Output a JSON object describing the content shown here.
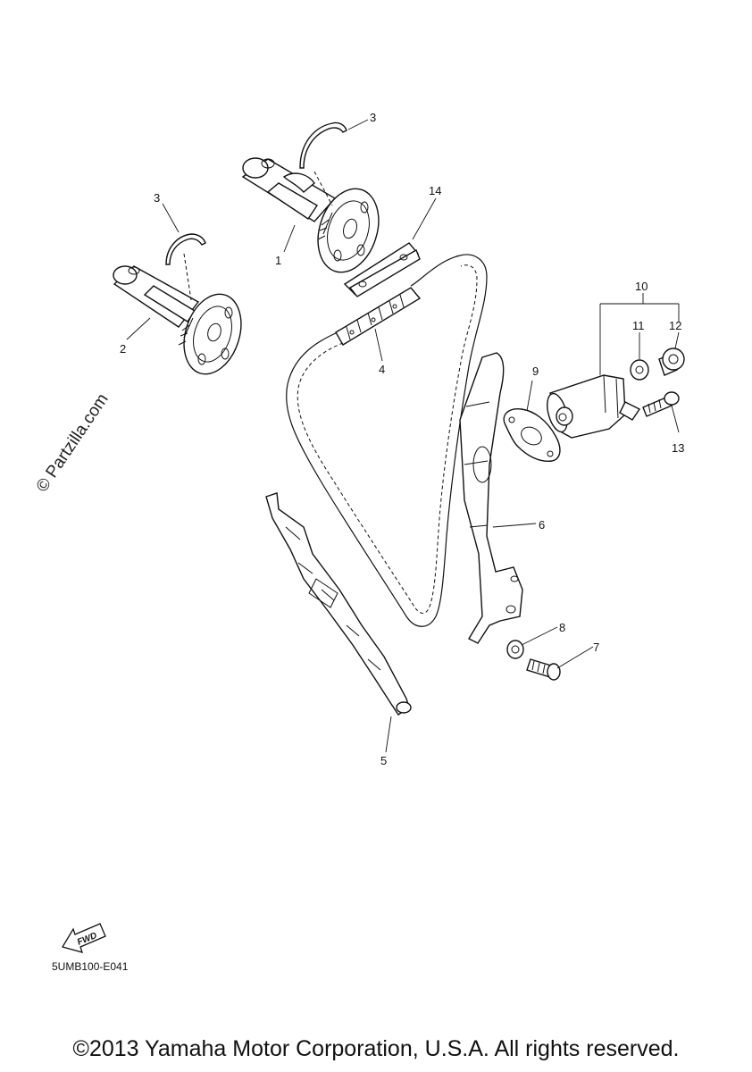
{
  "callouts": {
    "c1": "1",
    "c2": "2",
    "c3a": "3",
    "c3b": "3",
    "c4": "4",
    "c5": "5",
    "c6": "6",
    "c7": "7",
    "c8": "8",
    "c9": "9",
    "c10": "10",
    "c11": "11",
    "c12": "12",
    "c13": "13",
    "c14": "14"
  },
  "watermark": "© Partzilla.com",
  "fwd_label": "FWD",
  "diagram_code": "5UMB100-E041",
  "copyright": "©2013 Yamaha Motor Corporation, U.S.A. All rights reserved."
}
